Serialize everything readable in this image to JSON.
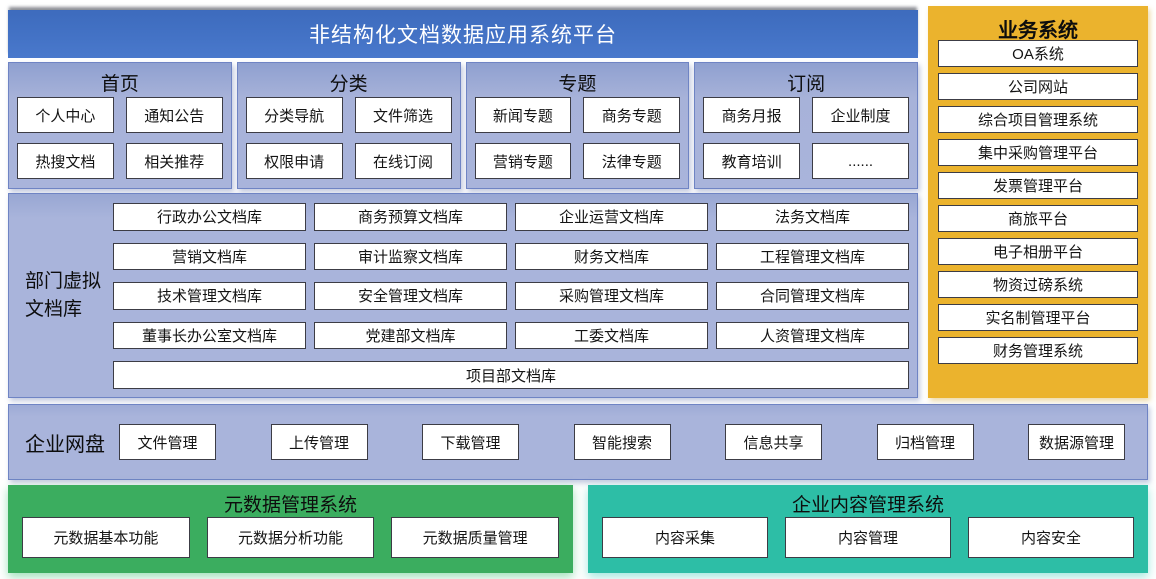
{
  "title": "非结构化文档数据应用系统平台",
  "colors": {
    "header_blue": "#4473C6",
    "panel_lavender": "#A9B4DB",
    "business_yellow": "#EBB32D",
    "metadata_green": "#3BAD5F",
    "content_teal": "#2DBEA6",
    "box_border": "#3C3C45"
  },
  "nav_groups": [
    {
      "label": "首页",
      "items": [
        "个人中心",
        "通知公告",
        "热搜文档",
        "相关推荐"
      ]
    },
    {
      "label": "分类",
      "items": [
        "分类导航",
        "文件筛选",
        "权限申请",
        "在线订阅"
      ]
    },
    {
      "label": "专题",
      "items": [
        "新闻专题",
        "商务专题",
        "营销专题",
        "法律专题"
      ]
    },
    {
      "label": "订阅",
      "items": [
        "商务月报",
        "企业制度",
        "教育培训",
        "......"
      ]
    }
  ],
  "department_library": {
    "label": "部门虚拟文档库",
    "items": [
      "行政办公文档库",
      "商务预算文档库",
      "企业运营文档库",
      "法务文档库",
      "营销文档库",
      "审计监察文档库",
      "财务文档库",
      "工程管理文档库",
      "技术管理文档库",
      "安全管理文档库",
      "采购管理文档库",
      "合同管理文档库",
      "董事长办公室文档库",
      "党建部文档库",
      "工委文档库",
      "人资管理文档库"
    ],
    "full_width_item": "项目部文档库"
  },
  "enterprise_disk": {
    "label": "企业网盘",
    "items": [
      "文件管理",
      "上传管理",
      "下载管理",
      "智能搜索",
      "信息共享",
      "归档管理",
      "数据源管理"
    ]
  },
  "metadata_system": {
    "title": "元数据管理系统",
    "items": [
      "元数据基本功能",
      "元数据分析功能",
      "元数据质量管理"
    ]
  },
  "content_system": {
    "title": "企业内容管理系统",
    "items": [
      "内容采集",
      "内容管理",
      "内容安全"
    ]
  },
  "business_systems": {
    "title": "业务系统",
    "items": [
      "OA系统",
      "公司网站",
      "综合项目管理系统",
      "集中采购管理平台",
      "发票管理平台",
      "商旅平台",
      "电子相册平台",
      "物资过磅系统",
      "实名制管理平台",
      "财务管理系统"
    ]
  }
}
